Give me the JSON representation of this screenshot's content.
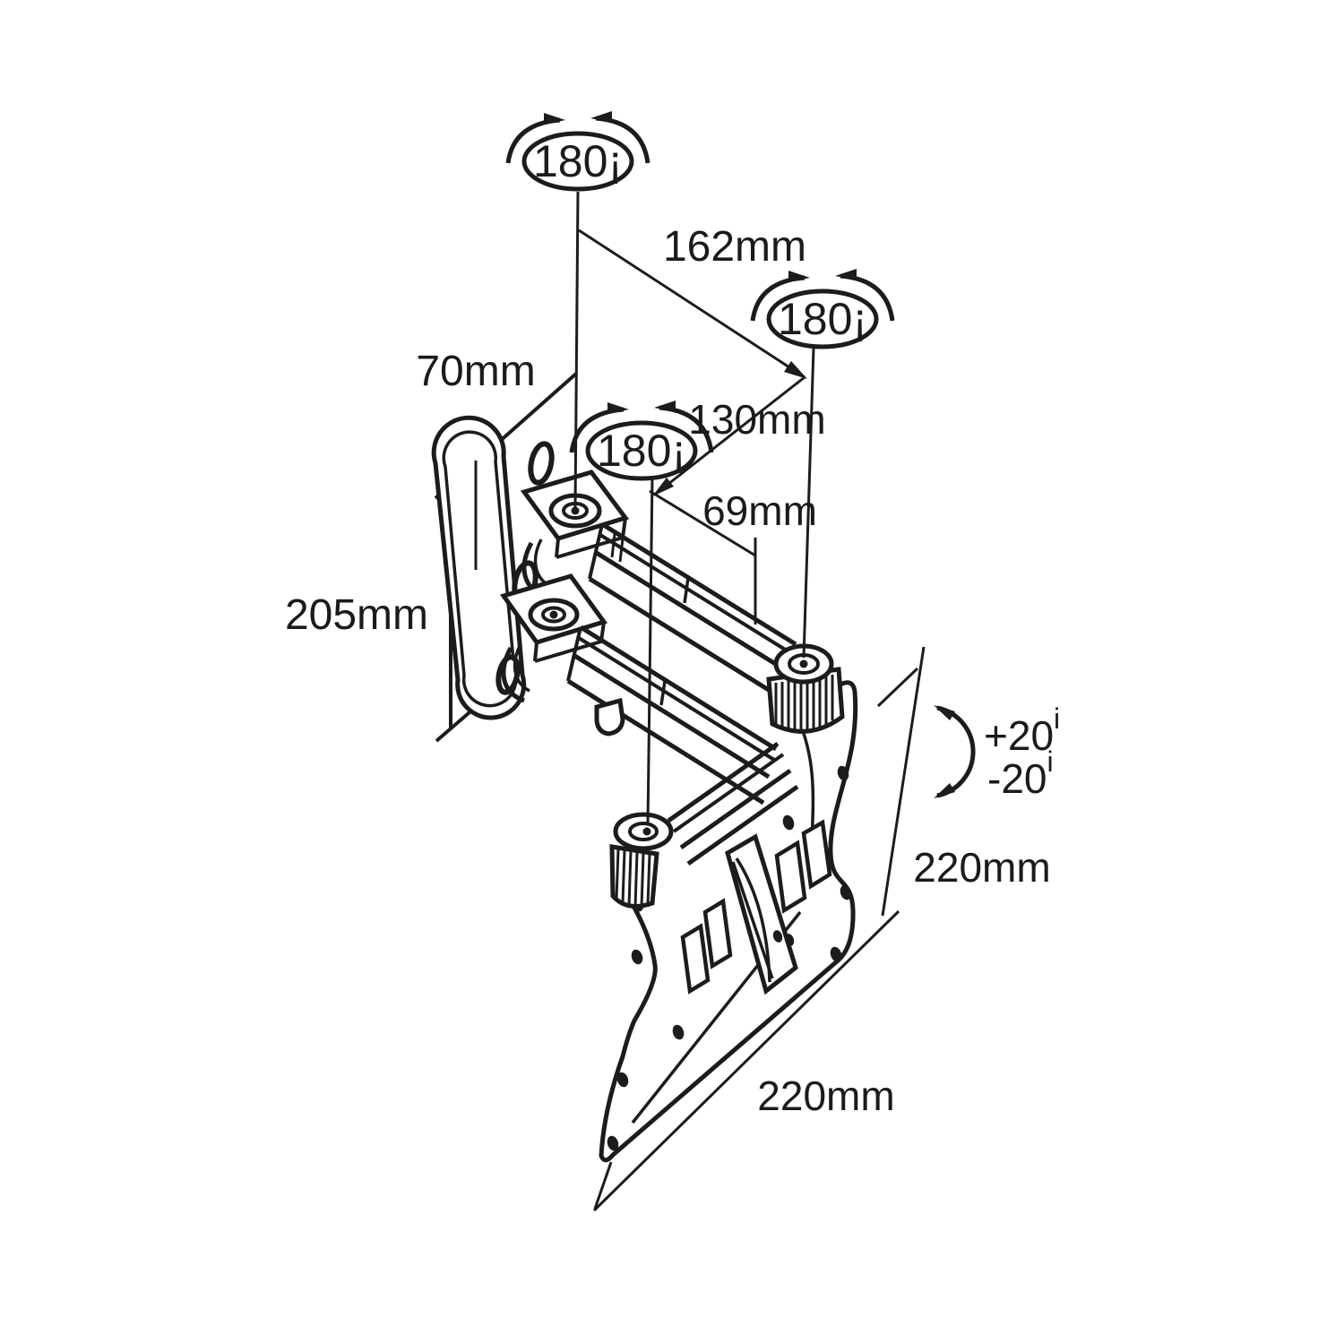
{
  "diagram": {
    "subject": "Articulating TV wall-mount arm - isometric dimension drawing",
    "background": "#ffffff",
    "line_color": "#1c1c1c",
    "swivel_badges": {
      "top": "180¡",
      "right": "180¡",
      "middle": "180¡"
    },
    "dimensions": {
      "arm_reach_total": "162mm",
      "wall_plate_offset": "70mm",
      "arm_reach_front": "130mm",
      "arm_reach_rear": "69mm",
      "wall_plate_height": "205mm",
      "panel_height": "220mm",
      "panel_width": "220mm"
    },
    "tilt": {
      "up": "+20",
      "down": "-20",
      "degree_mark": "i"
    }
  }
}
